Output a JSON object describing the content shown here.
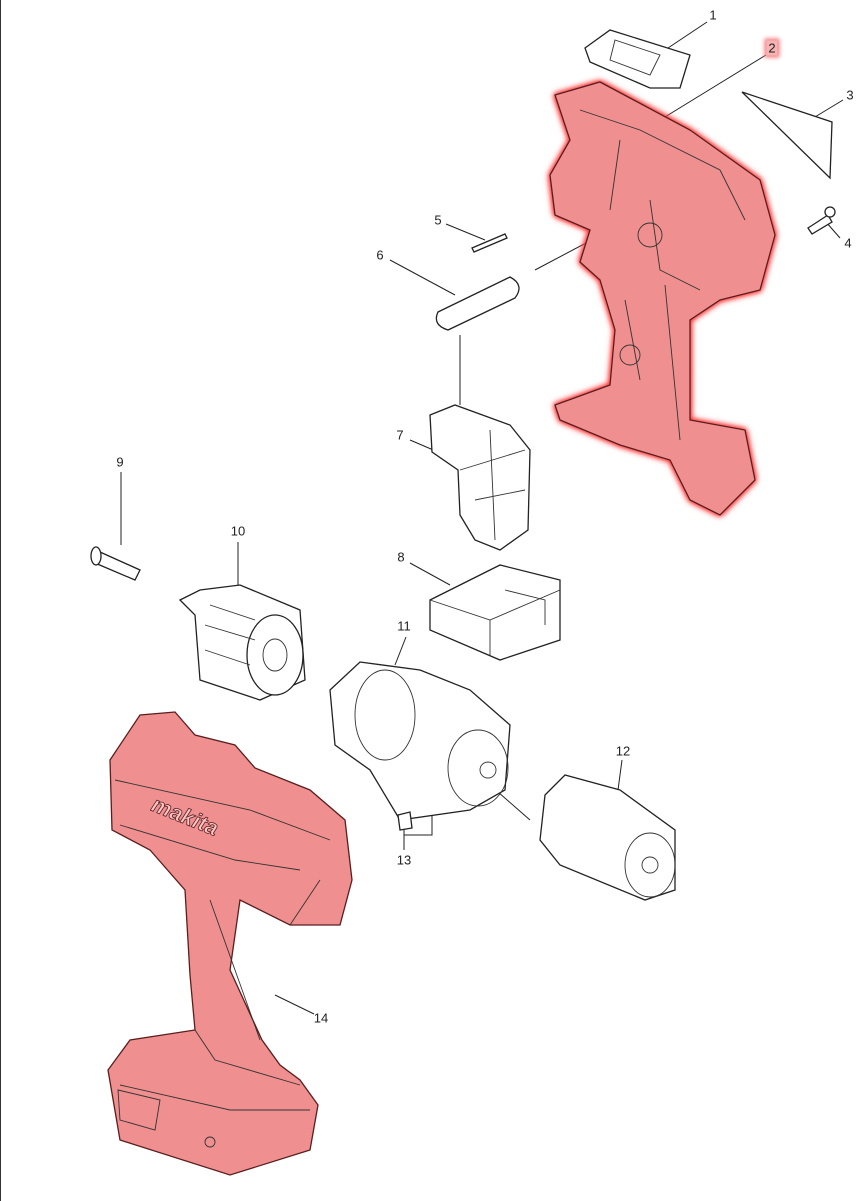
{
  "diagram": {
    "highlight_color": "#f08f8f",
    "parts": [
      {
        "label": "1",
        "highlighted": false
      },
      {
        "label": "2",
        "highlighted": true
      },
      {
        "label": "3",
        "highlighted": false
      },
      {
        "label": "4",
        "highlighted": false
      },
      {
        "label": "5",
        "highlighted": false
      },
      {
        "label": "6",
        "highlighted": false
      },
      {
        "label": "7",
        "highlighted": false
      },
      {
        "label": "8",
        "highlighted": false
      },
      {
        "label": "9",
        "highlighted": false
      },
      {
        "label": "10",
        "highlighted": false
      },
      {
        "label": "11",
        "highlighted": false
      },
      {
        "label": "12",
        "highlighted": false
      },
      {
        "label": "13",
        "highlighted": false
      },
      {
        "label": "14",
        "highlighted": true
      }
    ],
    "brand_logo": "makita"
  }
}
